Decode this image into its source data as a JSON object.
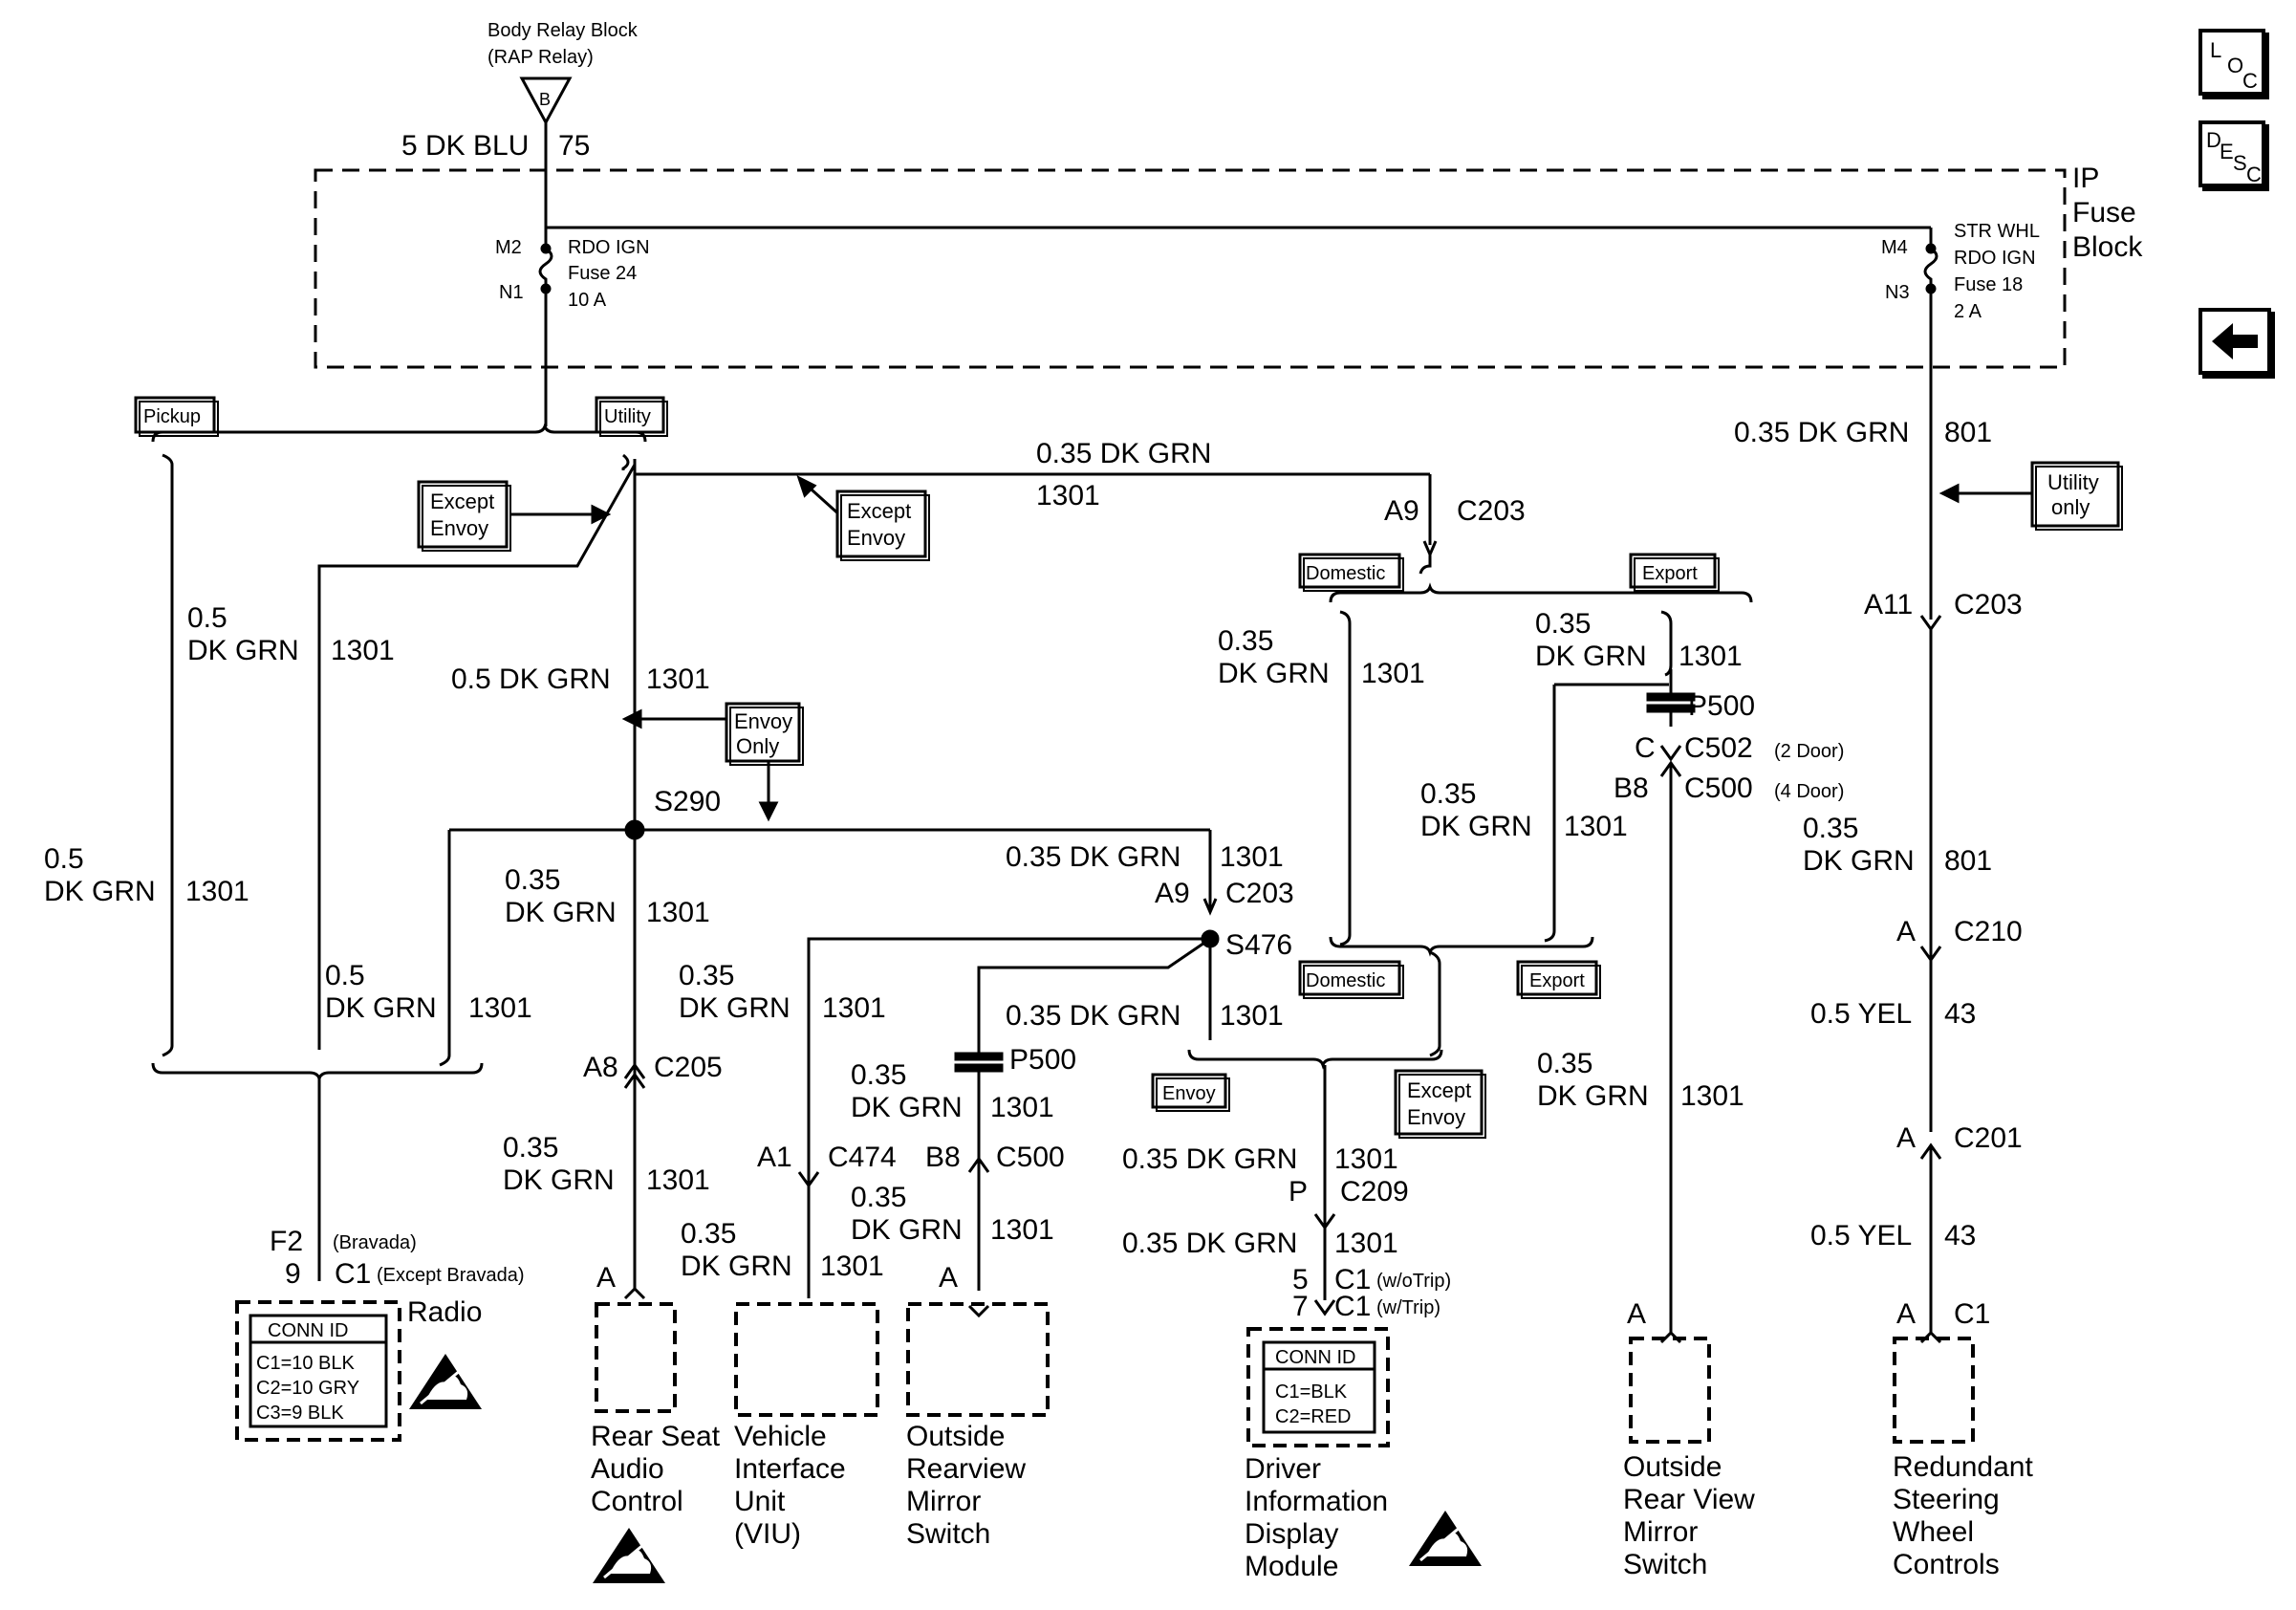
{
  "nav": {
    "loc": [
      "L",
      "O",
      "C"
    ],
    "desc": [
      "D",
      "E",
      "S",
      "C"
    ],
    "back_icon": "left-arrow-icon"
  },
  "source": {
    "title_line1": "Body Relay Block",
    "title_line2": "(RAP Relay)",
    "terminal": "B",
    "wire_gauge": "5 DK BLU",
    "circuit": "75"
  },
  "ip_fuse_block": {
    "title": [
      "IP",
      "Fuse",
      "Block"
    ],
    "fuse24": {
      "pin_top": "M2",
      "pin_bottom": "N1",
      "lines": [
        "RDO IGN",
        "Fuse 24",
        "10 A"
      ]
    },
    "fuse18": {
      "pin_top": "M4",
      "pin_bottom": "N3",
      "lines": [
        "STR WHL",
        "RDO IGN",
        "Fuse 18",
        "2 A"
      ]
    }
  },
  "option_boxes": {
    "pickup": "Pickup",
    "utility": "Utility",
    "except_envoy": [
      "Except",
      "Envoy"
    ],
    "envoy_only": [
      "Envoy",
      "Only"
    ],
    "utility_only": [
      "Utility",
      "only"
    ],
    "domestic": "Domestic",
    "export": "Export",
    "envoy": "Envoy"
  },
  "wires": {
    "dkgrn_035": "0.35 DK GRN",
    "dkgrn_05": "0.5 DK GRN",
    "w_035": "0.35",
    "w_05": "0.5",
    "dkgrn": "DK GRN",
    "yel_05": "0.5 YEL",
    "c1301": "1301",
    "c801": "801",
    "c43": "43"
  },
  "connectors": {
    "a9": "A9",
    "c203": "C203",
    "a11": "A11",
    "s290": "S290",
    "s476": "S476",
    "p500": "P500",
    "c": "C",
    "c502": "C502",
    "c502_note": "(2 Door)",
    "b8": "B8",
    "c500": "C500",
    "c500_note": "(4 Door)",
    "a": "A",
    "c210": "C210",
    "c201": "C201",
    "c1": "C1",
    "a8": "A8",
    "c205": "C205",
    "a1": "A1",
    "c474": "C474",
    "p": "P",
    "c209": "C209",
    "pin5": "5",
    "pin7": "7",
    "wotrip": "(w/oTrip)",
    "wtrip": "(w/Trip)",
    "f2": "F2",
    "pin9": "9",
    "bravada": "(Bravada)",
    "except_bravada": "(Except Bravada)"
  },
  "components": {
    "radio": {
      "name": "Radio",
      "conn_title": "CONN ID",
      "conn_lines": [
        "C1=10 BLK",
        "C2=10 GRY",
        "C3=9 BLK"
      ]
    },
    "rear_seat": [
      "Rear Seat",
      "Audio",
      "Control"
    ],
    "viu": [
      "Vehicle",
      "Interface",
      "Unit",
      "(VIU)"
    ],
    "mirror_left": [
      "Outside",
      "Rearview",
      "Mirror",
      "Switch"
    ],
    "dic": {
      "name": [
        "Driver",
        "Information",
        "Display",
        "Module"
      ],
      "conn_title": "CONN ID",
      "conn_lines": [
        "C1=BLK",
        "C2=RED"
      ]
    },
    "mirror_right": [
      "Outside",
      "Rear View",
      "Mirror",
      "Switch"
    ],
    "steering": [
      "Redundant",
      "Steering",
      "Wheel",
      "Controls"
    ]
  }
}
